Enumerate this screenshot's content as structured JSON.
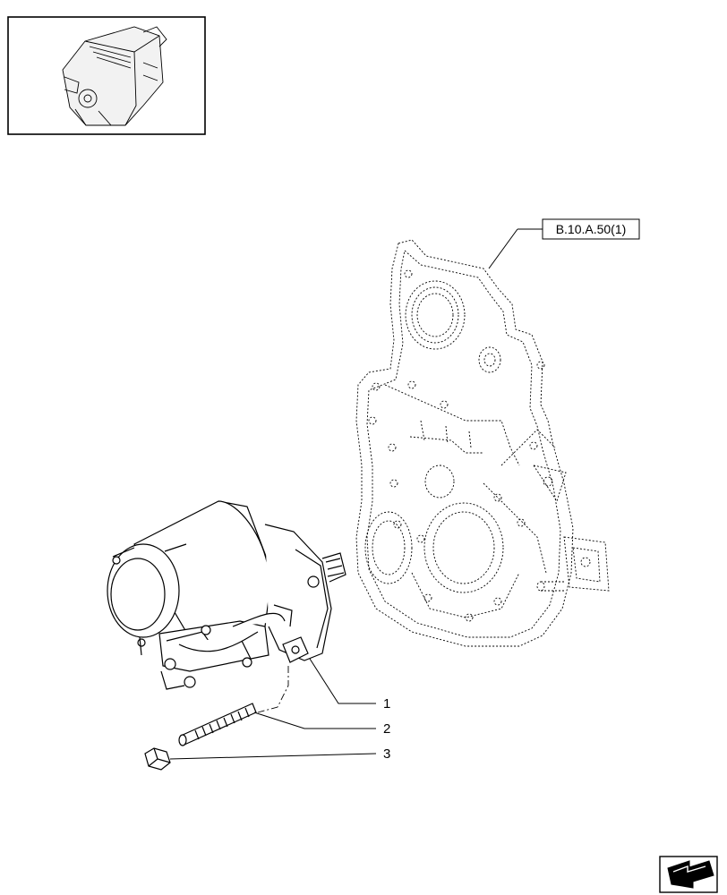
{
  "reference": {
    "label": "B.10.A.50(1)"
  },
  "callouts": [
    {
      "number": "1",
      "part": "starter motor"
    },
    {
      "number": "2",
      "part": "stud"
    },
    {
      "number": "3",
      "part": "nut"
    }
  ],
  "thumbnail": {
    "subject": "engine"
  },
  "nav": {
    "icon": "arrow-icon"
  }
}
